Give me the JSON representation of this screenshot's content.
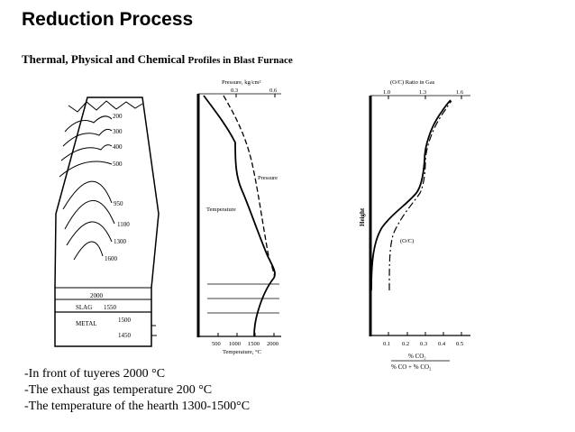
{
  "slide": {
    "title": "Reduction Process",
    "subtitle_bold": "Thermal, Physical and Chemical",
    "subtitle_rest": "Profiles in Blast Furnace"
  },
  "furnace": {
    "isotherms": [
      "200",
      "300",
      "400",
      "500",
      "950",
      "1100",
      "1300",
      "1600"
    ],
    "hearth_temp": "2000",
    "slag": "SLAG",
    "slag_temp": "1550",
    "metal_upper_temp": "1500",
    "metal": "METAL",
    "metal_lower_temp": "1450"
  },
  "profile_plot": {
    "top_axis_label": "Pressure, kg/cm²",
    "top_ticks": [
      "0.3",
      "0.6"
    ],
    "bottom_ticks": [
      "500",
      "1000",
      "1500",
      "2000"
    ],
    "bottom_axis_label": "Temperature, °C",
    "pressure_curve_label": "Pressure",
    "temperature_curve_label": "Temperature"
  },
  "ratio_plot": {
    "top_axis_label": "(O/C) Ratio in Gas",
    "top_ticks": [
      "1.0",
      "1.3",
      "1.6"
    ],
    "y_label": "Height",
    "bottom_ticks": [
      "0.1",
      "0.2",
      "0.3",
      "0.4",
      "0.5"
    ],
    "oc_curve_label": "(O/C)",
    "fraction_numerator": "% CO₂",
    "fraction_denominator": "% CO + % CO₂"
  },
  "notes": [
    "-In front of tuyeres 2000 °C",
    "-The exhaust gas temperature 200 °C",
    "-The temperature of the hearth 1300-1500°C"
  ]
}
